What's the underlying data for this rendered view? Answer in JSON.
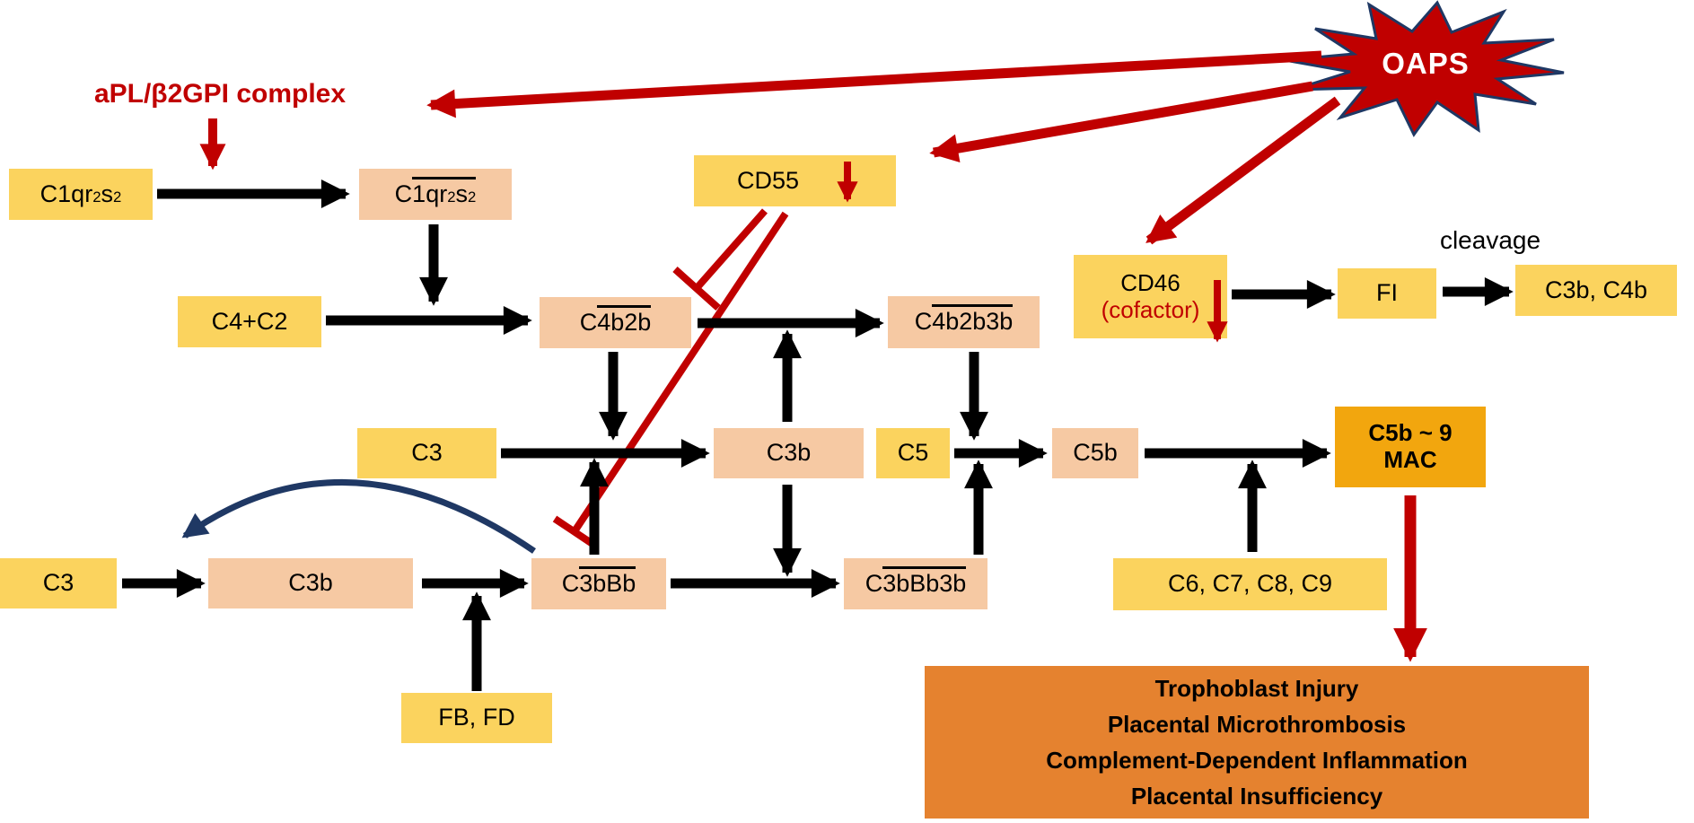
{
  "labels": {
    "oaps": "OAPS",
    "apl_complex": "aPL/β2GPI complex",
    "cleavage": "cleavage"
  },
  "boxes": {
    "c1qr2s2": {
      "parts": [
        {
          "t": "C1qr"
        },
        {
          "t": "2",
          "sub": 1
        },
        {
          "t": "s"
        },
        {
          "t": "2",
          "sub": 1
        }
      ]
    },
    "c1qr2s2_active": {
      "parts": [
        {
          "t": "C"
        },
        {
          "ov": [
            {
              "t": "1qr"
            },
            {
              "t": "2",
              "sub": 1
            },
            {
              "t": "s"
            },
            {
              "t": "2",
              "sub": 1
            }
          ]
        }
      ]
    },
    "c4c2": {
      "text": "C4+C2"
    },
    "c4b2b": {
      "parts": [
        {
          "t": "C"
        },
        {
          "ov": [
            {
              "t": "4b2b"
            }
          ]
        }
      ]
    },
    "c4b2b3b": {
      "parts": [
        {
          "t": "C"
        },
        {
          "ov": [
            {
              "t": "4b2b3b"
            }
          ]
        }
      ]
    },
    "cd55": {
      "text": "CD55"
    },
    "cd46": {
      "line1": "CD46",
      "line2": "(cofactor)"
    },
    "fi": {
      "text": "FI"
    },
    "c3b_c4b": {
      "text": "C3b, C4b"
    },
    "c3_mid": {
      "text": "C3"
    },
    "c3b_mid": {
      "text": "C3b"
    },
    "c5": {
      "text": "C5"
    },
    "c5b": {
      "text": "C5b"
    },
    "mac": {
      "line1": "C5b ~ 9",
      "line2": "MAC"
    },
    "c3_alt": {
      "text": "C3"
    },
    "c3b_alt": {
      "text": "C3b"
    },
    "c3bbb": {
      "parts": [
        {
          "t": "C"
        },
        {
          "ov": [
            {
              "t": "3bBb"
            }
          ]
        }
      ]
    },
    "c3bbb3b": {
      "parts": [
        {
          "t": "C"
        },
        {
          "ov": [
            {
              "t": "3bBb3b"
            }
          ]
        }
      ]
    },
    "c6c9": {
      "text": "C6, C7, C8, C9"
    },
    "fbfd": {
      "text": "FB, FD"
    }
  },
  "outcome": {
    "lines": [
      "Trophoblast Injury",
      "Placental Microthrombosis",
      "Complement-Dependent Inflammation",
      "Placental Insufficiency"
    ]
  },
  "colors": {
    "yellow": "#FBD35E",
    "peach": "#F6C9A3",
    "amber": "#F2A60E",
    "orange": "#E5822F",
    "red": "#C00000",
    "navy": "#1F3864"
  }
}
